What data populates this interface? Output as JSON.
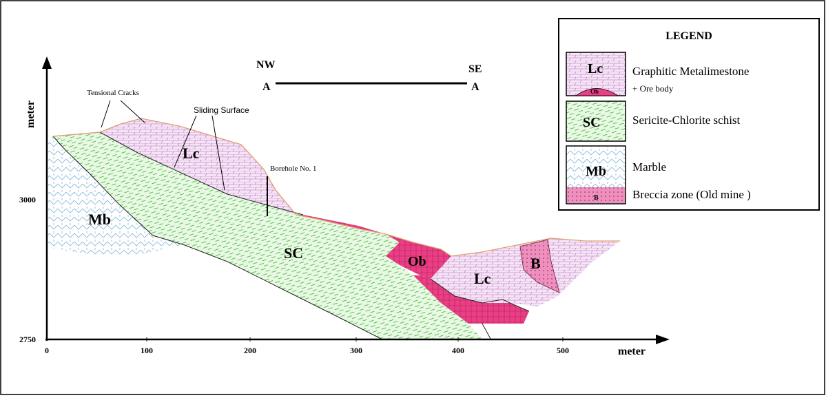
{
  "section": {
    "left_end": {
      "direction": "NW",
      "point": "A"
    },
    "right_end": {
      "direction": "SE",
      "point": "A"
    }
  },
  "y_axis": {
    "label": "meter",
    "ticks": [
      "3000",
      "2750"
    ]
  },
  "x_axis": {
    "label": "meter",
    "ticks": [
      "0",
      "100",
      "200",
      "300",
      "400",
      "500"
    ]
  },
  "annotations": {
    "tensional_cracks": "Tensional Cracks",
    "sliding_surface": "Sliding Surface",
    "borehole": "Borehole No. 1"
  },
  "units": {
    "lc_upper": "Lc",
    "lc_lower": "Lc",
    "sc": "SC",
    "mb": "Mb",
    "ob": "Ob",
    "b": "B"
  },
  "legend": {
    "title": "LEGEND",
    "items": [
      {
        "code": "Lc",
        "sub_code": "Ob",
        "label": "Graphitic Metalimestone",
        "sub_label": "+ Ore body"
      },
      {
        "code": "SC",
        "label": "Sericite-Chlorite schist"
      },
      {
        "code": "Mb",
        "sub_code": "B",
        "label": "Marble",
        "sub_label": "Breccia zone (Old mine )"
      }
    ]
  },
  "colors": {
    "lc_fill": "#f6e3f6",
    "lc_hatch": "#b070b8",
    "sc_fill": "#e9f8e4",
    "sc_hatch": "#53c24a",
    "mb_hatch": "#7fb4d9",
    "ob_fill": "#ea3f85",
    "b_fill": "#ee8fbe",
    "topo_line": "#e0a070"
  }
}
